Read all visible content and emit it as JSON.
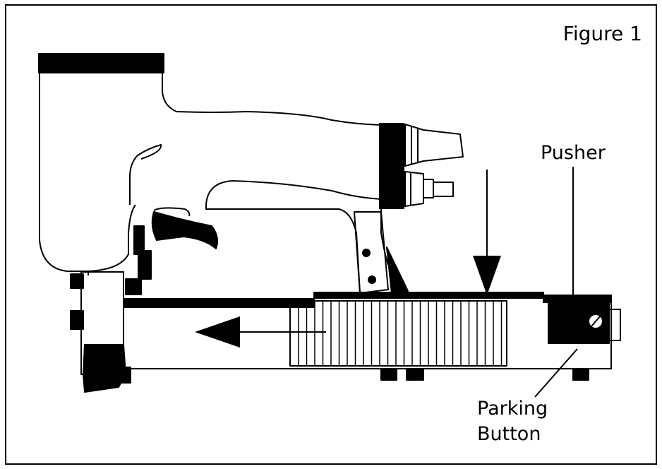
{
  "figure": {
    "title": "Figure 1",
    "labels": {
      "pusher": "Pusher",
      "parking_line1": "Parking",
      "parking_line2": "Button"
    },
    "colors": {
      "ink": "#000000",
      "paper": "#ffffff"
    }
  }
}
